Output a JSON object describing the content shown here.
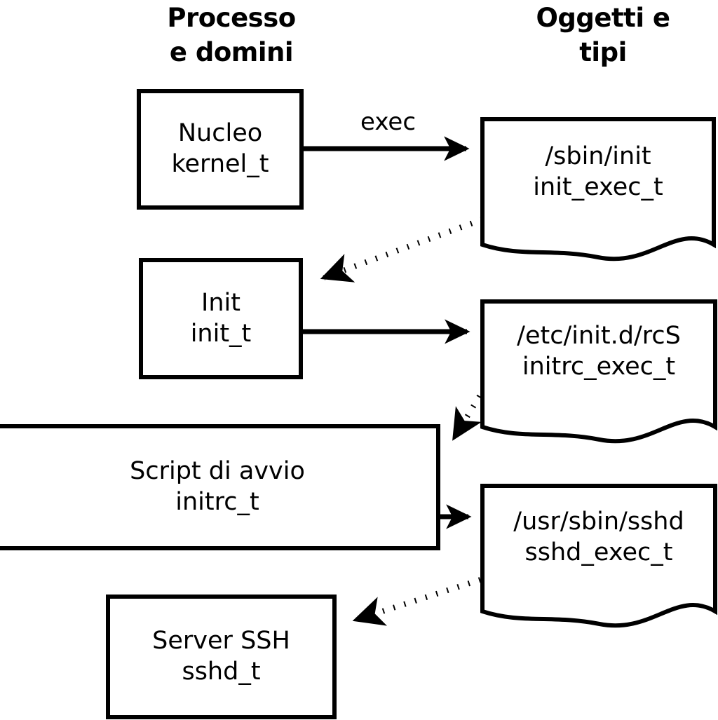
{
  "diagram": {
    "title_left": "Processo\ne domini",
    "headers": {
      "left_line1": "Processo",
      "left_line2": "e domini",
      "right_line1": "Oggetti e",
      "right_line2": "tipi"
    },
    "colors": {
      "stroke": "#000000",
      "fill": "#ffffff",
      "text": "#000000"
    },
    "process_nodes": [
      {
        "id": "kernel",
        "line1": "Nucleo",
        "line2": "kernel_t"
      },
      {
        "id": "init",
        "line1": "Init",
        "line2": "init_t"
      },
      {
        "id": "initrc",
        "line1": "Script di avvio",
        "line2": "initrc_t"
      },
      {
        "id": "sshd",
        "line1": "Server SSH",
        "line2": "sshd_t"
      }
    ],
    "object_nodes": [
      {
        "id": "init_exec",
        "line1": "/sbin/init",
        "line2": "init_exec_t"
      },
      {
        "id": "initrc_exec",
        "line1": "/etc/init.d/rcS",
        "line2": "initrc_exec_t"
      },
      {
        "id": "sshd_exec",
        "line1": "/usr/sbin/sshd",
        "line2": "sshd_exec_t"
      }
    ],
    "edges": [
      {
        "id": "kernel-exec-init_exec",
        "from": "kernel",
        "to": "init_exec",
        "style": "solid",
        "label": "exec"
      },
      {
        "id": "init_exec-to-init",
        "from": "init_exec",
        "to": "init",
        "style": "dotted",
        "label": ""
      },
      {
        "id": "init-to-initrc_exec",
        "from": "init",
        "to": "initrc_exec",
        "style": "solid",
        "label": ""
      },
      {
        "id": "initrc_exec-to-initrc",
        "from": "initrc_exec",
        "to": "initrc",
        "style": "dotted",
        "label": ""
      },
      {
        "id": "initrc-to-sshd_exec",
        "from": "initrc",
        "to": "sshd_exec",
        "style": "solid",
        "label": ""
      },
      {
        "id": "sshd_exec-to-sshd",
        "from": "sshd_exec",
        "to": "sshd",
        "style": "dotted",
        "label": ""
      }
    ]
  }
}
